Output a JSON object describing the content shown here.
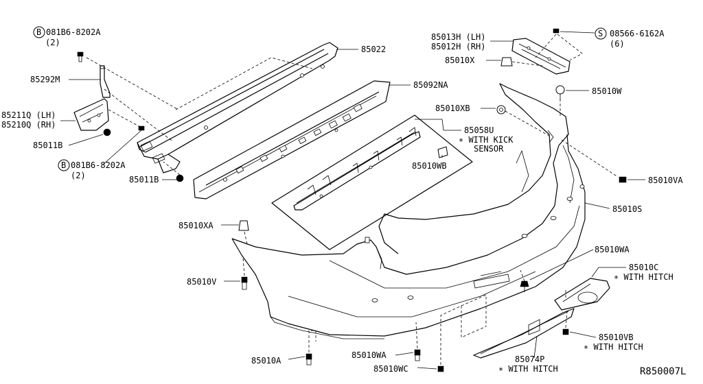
{
  "diagram_code": "R850007L",
  "labels": {
    "l85022": "85022",
    "l85092na": "85092NA",
    "l85292m": "85292M",
    "l85211q": "85211Q (LH)",
    "l85210q": "85210Q (RH)",
    "l85011b_1": "85011B",
    "l85011b_2": "85011B",
    "l081b6_1_b": "B",
    "l081b6_1": "081B6-8202A",
    "l081b6_1_qty": "(2)",
    "l081b6_2_b": "B",
    "l081b6_2": "081B6-8202A",
    "l081b6_2_qty": "(2)",
    "l85013h": "85013H (LH)",
    "l85012h": "85012H (RH)",
    "l85010x": "85010X",
    "l08566_s": "S",
    "l08566": "08566-6162A",
    "l08566_qty": "(6)",
    "l85010w": "85010W",
    "l85010xb": "85010XB",
    "l85058u": "85058U",
    "l85058u_note1": "∗ WITH KICK",
    "l85058u_note2": "SENSOR",
    "l85010wb": "85010WB",
    "l85010va": "85010VA",
    "l85010s": "85010S",
    "l85010xa": "85010XA",
    "l85010v": "85010V",
    "l85010wa_1": "85010WA",
    "l85010c": "85010C",
    "l85010c_note": "∗ WITH HITCH",
    "l85010vb": "85010VB",
    "l85010vb_note": "∗ WITH HITCH",
    "l85074p": "85074P",
    "l85074p_note": "∗ WITH HITCH",
    "l85010a": "85010A",
    "l85010wa_2": "85010WA",
    "l85010wc": "85010WC"
  }
}
